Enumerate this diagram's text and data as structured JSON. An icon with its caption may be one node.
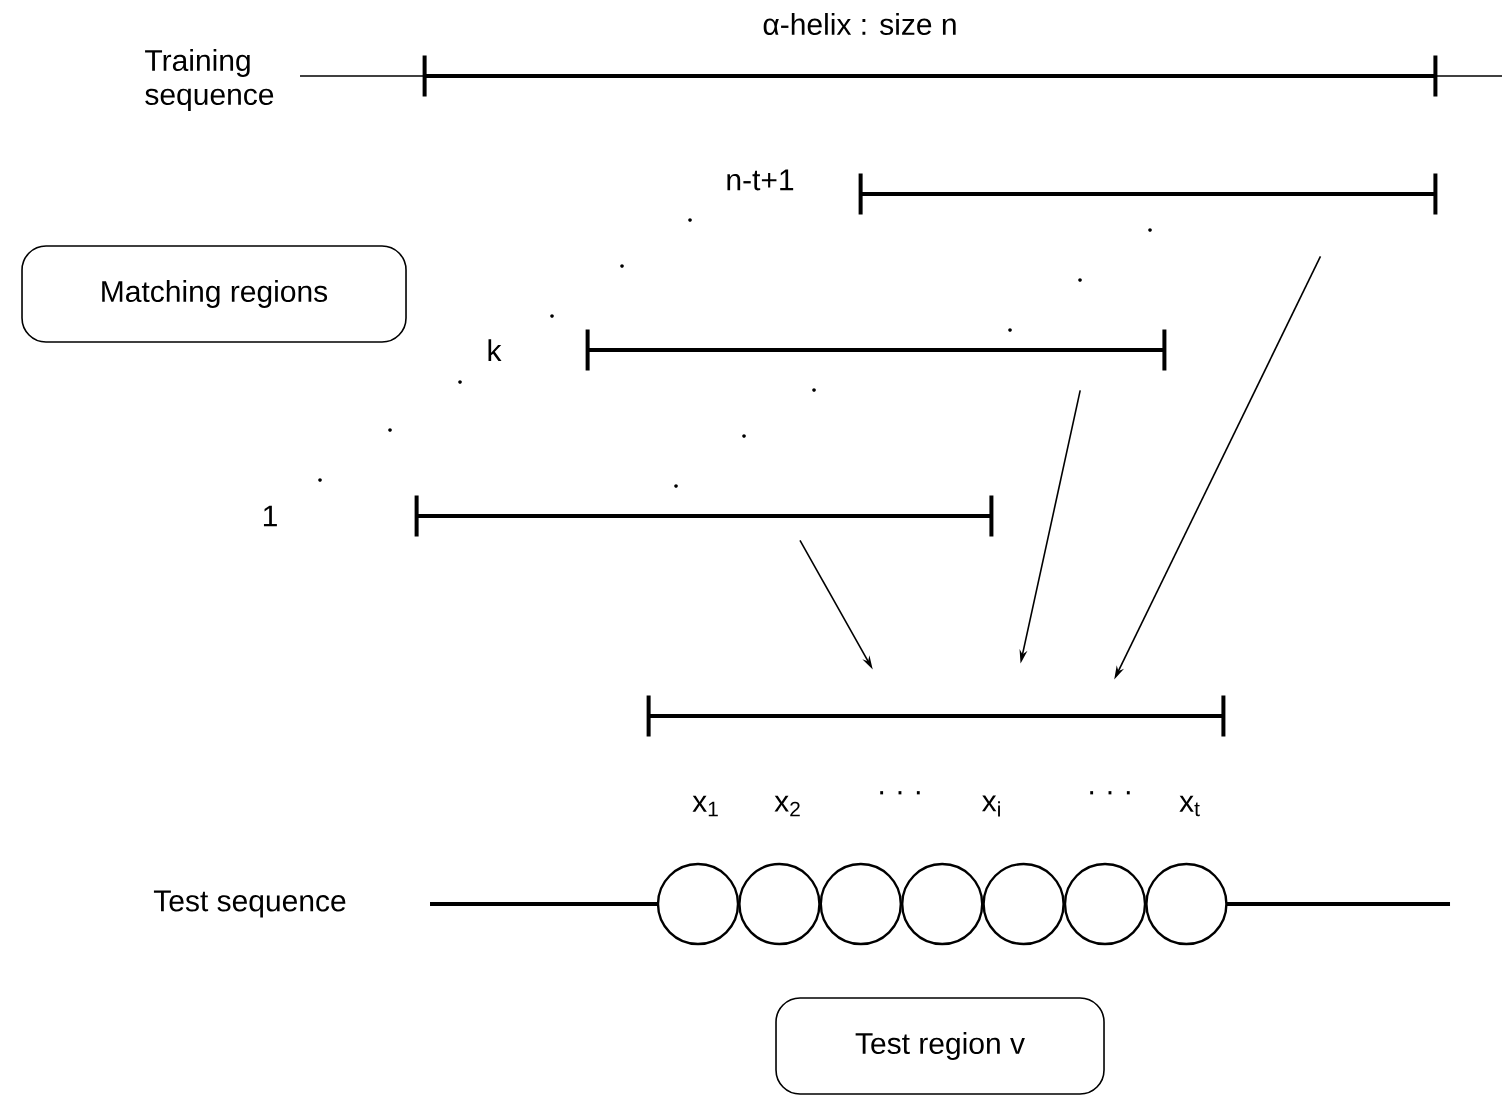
{
  "diagram": {
    "nodes": [
      {
        "text": [
          "Matching regions"
        ]
      },
      {
        "text": [
          "Test region v"
        ]
      },
      {
        "text": [],
        "shape": "bar",
        "beside": [
          "α-helix : size n"
        ]
      },
      {
        "text": [],
        "shape": "bar",
        "beside": [
          "n-t+1"
        ]
      },
      {
        "text": [],
        "shape": "bar",
        "beside": [
          "k"
        ]
      },
      {
        "text": [],
        "shape": "bar"
      },
      {
        "text": [],
        "shape": "bar"
      },
      {
        "text": [],
        "shape": "circle"
      },
      {
        "text": [],
        "shape": "circle"
      },
      {
        "text": [],
        "shape": "circle"
      },
      {
        "text": [],
        "shape": "circle"
      },
      {
        "text": [],
        "shape": "circle"
      },
      {
        "text": [],
        "shape": "circle"
      },
      {
        "text": [],
        "shape": "circle"
      }
    ],
    "edges": [
      {
        "from": 3,
        "to": 6,
        "arrow": "to"
      },
      {
        "from": 4,
        "to": 6,
        "arrow": "to"
      },
      {
        "from": 5,
        "to": 6,
        "arrow": "to"
      }
    ],
    "labels": [
      "Training sequence",
      "1",
      "x$_{1}$",
      "x$_{2}$",
      "· · ·",
      "x$_{i}$",
      "· · ·",
      "x$_{t}$",
      "Test sequence"
    ]
  }
}
